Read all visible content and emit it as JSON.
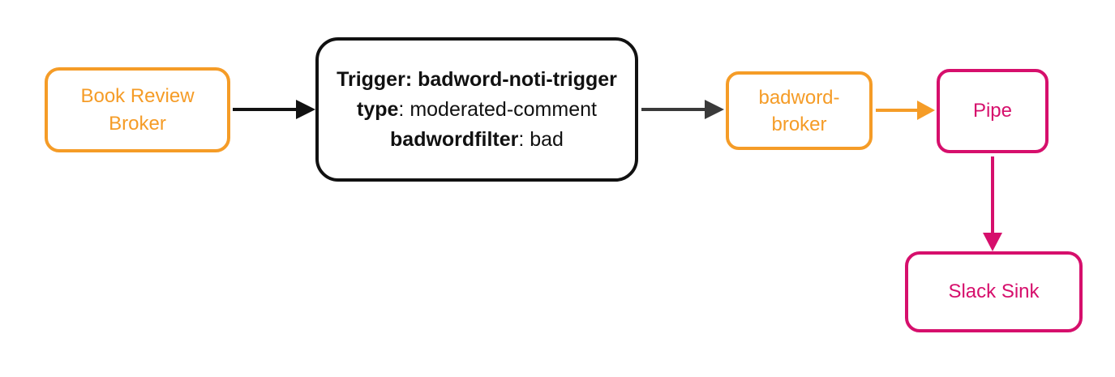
{
  "diagram": {
    "colors": {
      "orange": "#F59C27",
      "pink": "#D60F6C",
      "ink": "#111111",
      "gray": "#3A3A3A"
    },
    "nodes": {
      "book_review_broker": {
        "lines": [
          "Book Review",
          "Broker"
        ]
      },
      "trigger": {
        "lines": [
          {
            "bold": "Trigger: badword-noti-trigger",
            "rest": ""
          },
          {
            "bold": "type",
            "rest": ": moderated-comment"
          },
          {
            "bold": "badwordfilter",
            "rest": ": bad"
          }
        ]
      },
      "badword_broker": {
        "lines": [
          "badword-",
          "broker"
        ]
      },
      "pipe": {
        "label": "Pipe"
      },
      "slack_sink": {
        "label": "Slack Sink"
      }
    }
  }
}
